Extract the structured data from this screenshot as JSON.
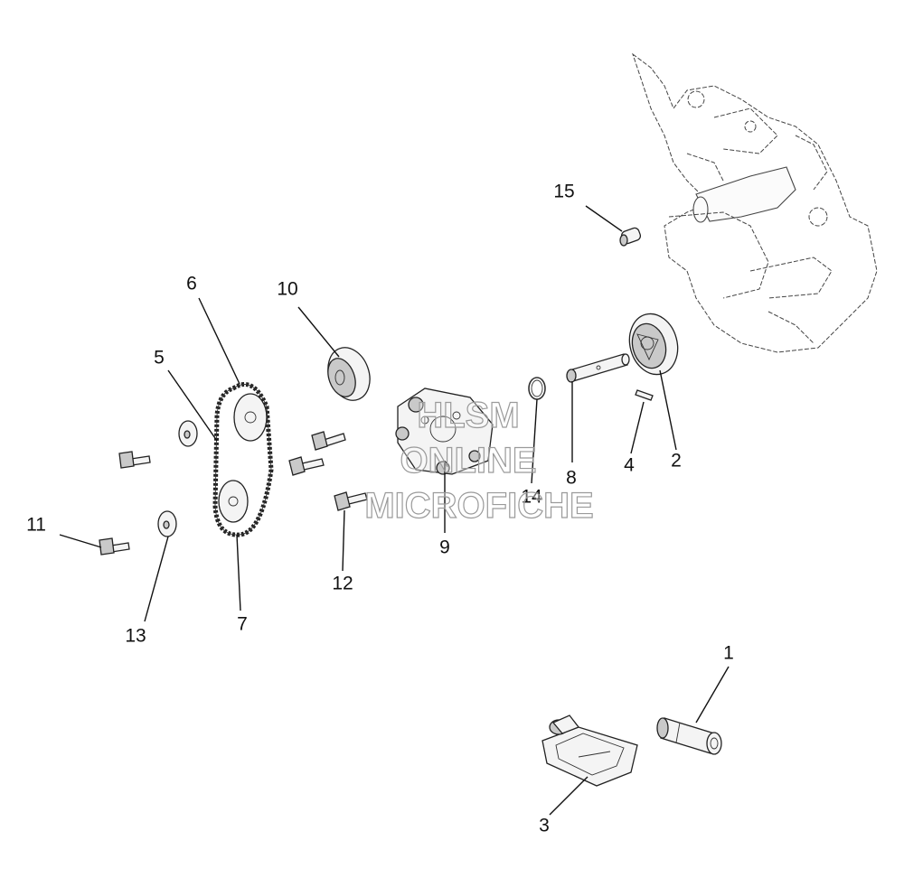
{
  "diagram": {
    "callouts": [
      {
        "label": "1"
      },
      {
        "label": "2"
      },
      {
        "label": "3"
      },
      {
        "label": "4"
      },
      {
        "label": "5"
      },
      {
        "label": "6"
      },
      {
        "label": "7"
      },
      {
        "label": "8"
      },
      {
        "label": "9"
      },
      {
        "label": "10"
      },
      {
        "label": "11"
      },
      {
        "label": "12"
      },
      {
        "label": "13"
      },
      {
        "label": "14"
      },
      {
        "label": "15"
      }
    ]
  },
  "watermark": {
    "line1": "HLSM",
    "line2": "ONLINE",
    "line3": "MICROFICHE"
  }
}
